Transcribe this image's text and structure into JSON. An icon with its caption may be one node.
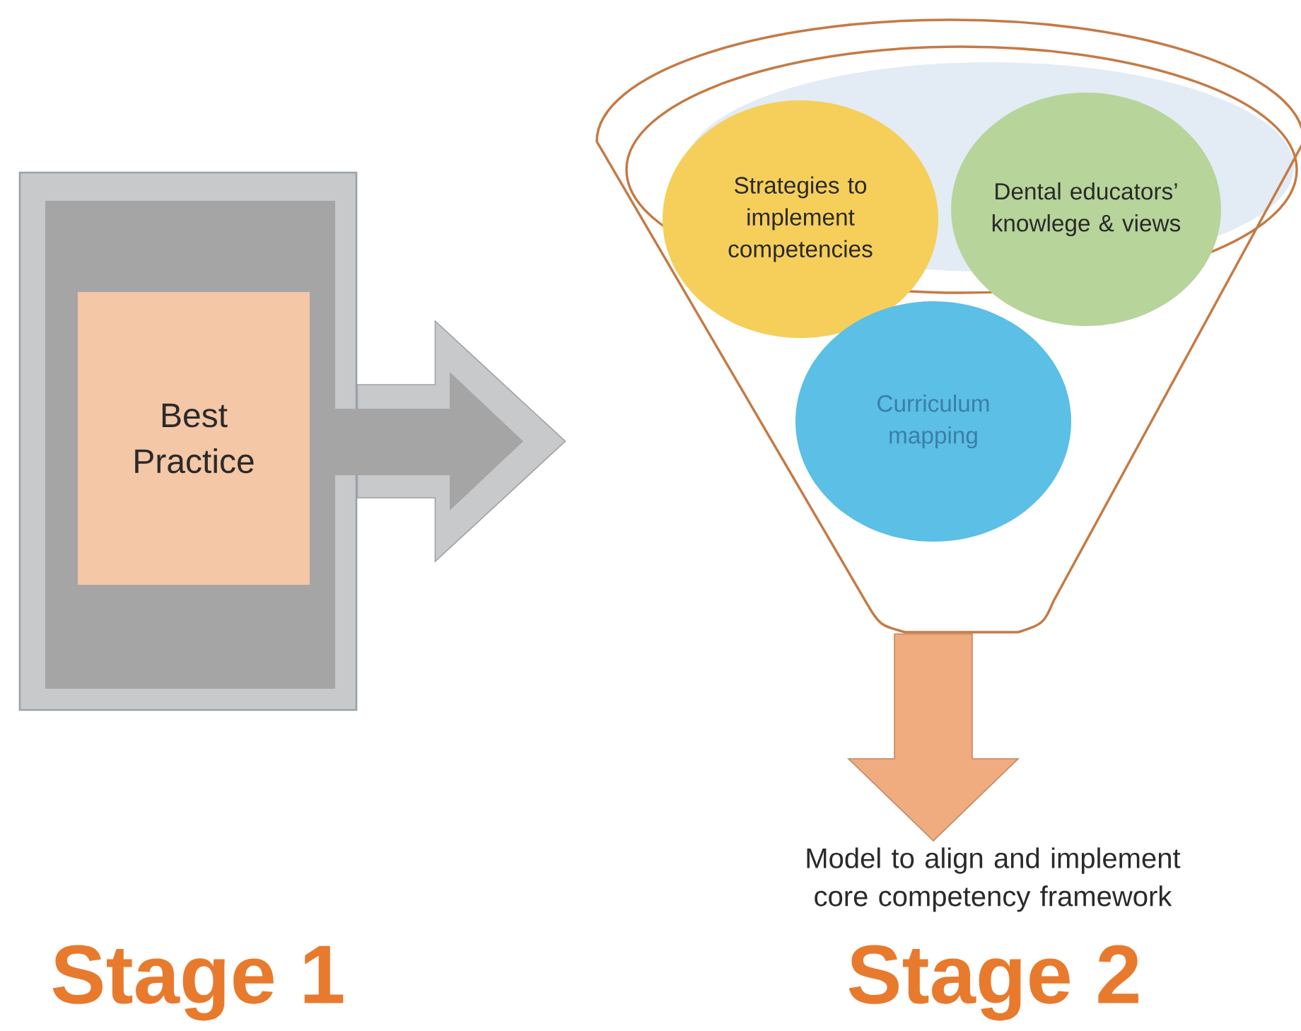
{
  "diagram": {
    "nodes": [
      {
        "text": [],
        "shape": "box"
      },
      {
        "text": [
          "Best Practice"
        ],
        "in": 0
      },
      {
        "text": [],
        "shape": "funnel"
      },
      {
        "text": [
          "Strategies to implement competencies"
        ],
        "in": 2
      },
      {
        "text": [
          "Dental educators’ knowlege & views"
        ],
        "in": 2
      },
      {
        "text": [
          "Curriculum mapping"
        ],
        "in": 2
      },
      {
        "text": [
          "Model to align and implement core competency framework"
        ]
      }
    ],
    "edges": [
      {
        "from": 0,
        "to": 2,
        "arrow": "to",
        "color": "#c8c9cb"
      },
      {
        "from": 2,
        "to": 6,
        "arrow": "to",
        "color": "#f0ab7e"
      }
    ],
    "labels": [
      "Stage 1",
      "Stage 2"
    ]
  }
}
